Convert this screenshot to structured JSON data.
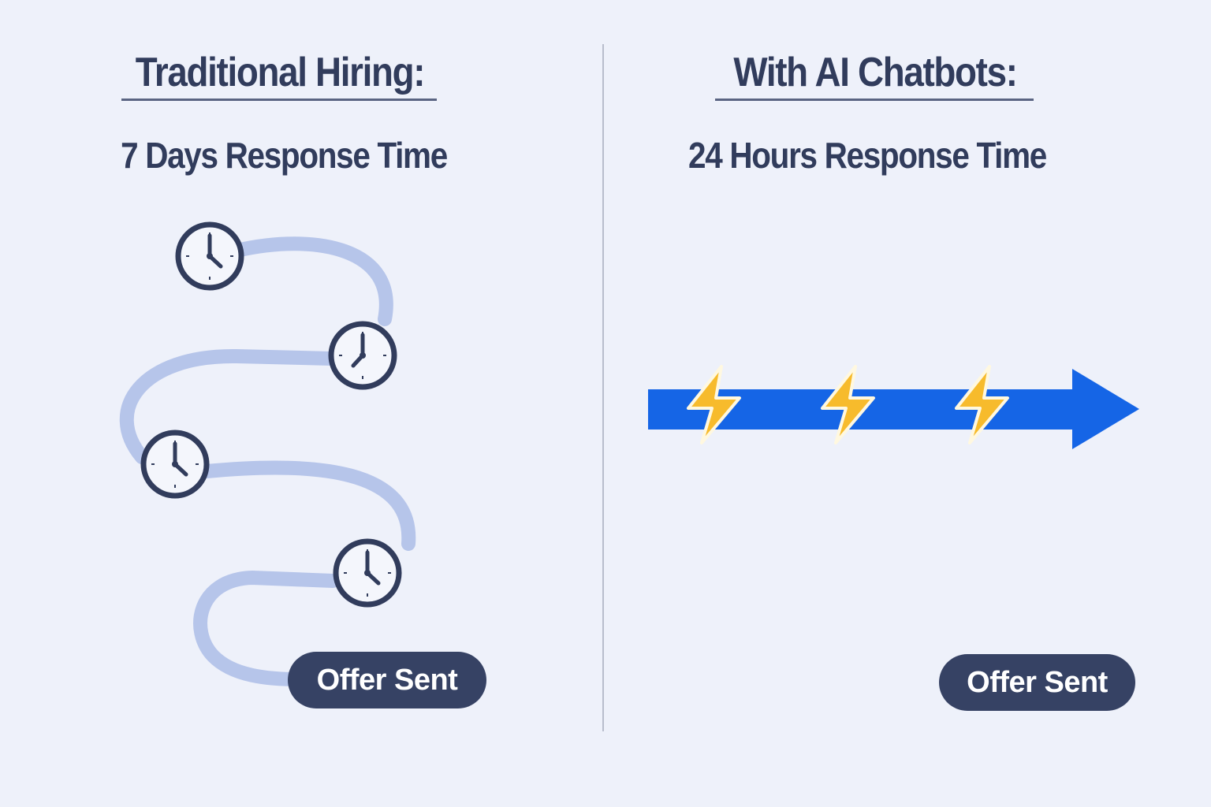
{
  "left": {
    "title": "Traditional Hiring:",
    "subtitle": "7 Days Response Time",
    "button": "Offer Sent"
  },
  "right": {
    "title": "With AI Chatbots:",
    "subtitle": "24 Hours Response Time",
    "button": "Offer Sent"
  },
  "colors": {
    "text": "#313c5c",
    "path": "#b6c5ea",
    "arrow": "#1565e6",
    "bolt": "#f7bb2c",
    "button": "#364264"
  }
}
